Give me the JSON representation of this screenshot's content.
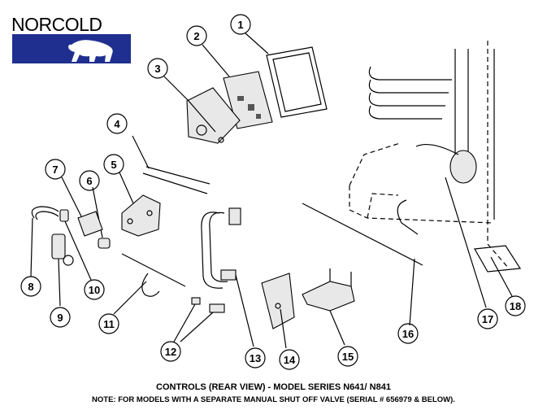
{
  "brand": {
    "name": "NORCOLD",
    "colors": {
      "logo_box": "#1f2f8f",
      "logo_animal": "#ffffff",
      "text": "#000000"
    }
  },
  "callouts": [
    "1",
    "2",
    "3",
    "4",
    "5",
    "6",
    "7",
    "8",
    "9",
    "10",
    "11",
    "12",
    "13",
    "14",
    "15",
    "16",
    "17",
    "18"
  ],
  "caption": {
    "title": "CONTROLS (REAR VIEW)   -   MODEL SERIES  N641/ N841",
    "note": "NOTE: FOR MODELS WITH A SEPARATE MANUAL SHUT OFF VALVE (SERIAL # 656979 & BELOW)."
  }
}
